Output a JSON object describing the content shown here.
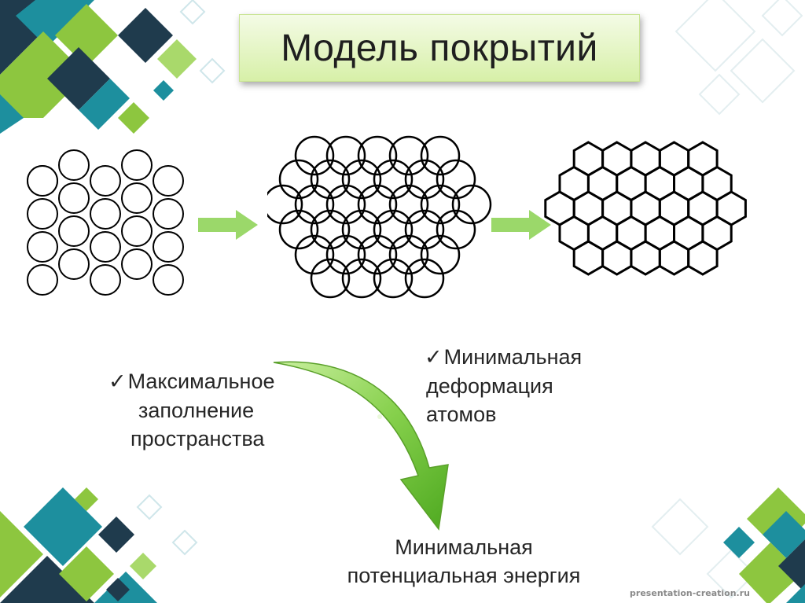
{
  "title": "Модель покрытий",
  "captions": {
    "max_fill": [
      "Максимальное",
      "заполнение",
      "пространства"
    ],
    "min_deform": [
      "Минимальная",
      "деформация",
      "атомов"
    ],
    "min_energy": [
      "Минимальная",
      "потенциальная энергия"
    ]
  },
  "check_glyph": "✓",
  "watermark": "presentation-creation.ru",
  "colors": {
    "accent_green": "#8dc63f",
    "accent_teal": "#1d8f9e",
    "accent_navy": "#1f3b4d",
    "title_fill": "#d7f0a8",
    "arrow_green": "#9bd86a"
  }
}
